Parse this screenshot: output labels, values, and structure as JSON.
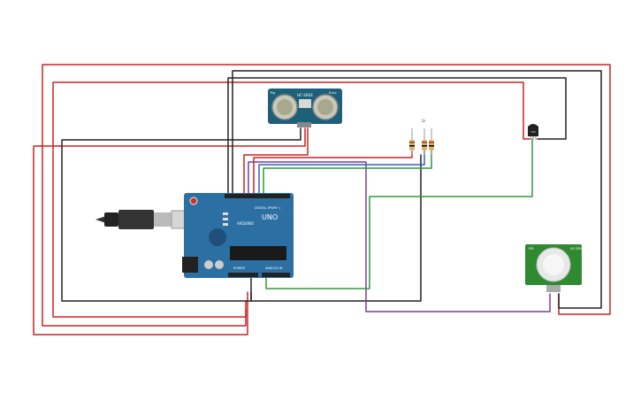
{
  "colors": {
    "background": "#ffffff",
    "board": "#2c6fa3",
    "board_dark": "#1f4f7a",
    "sensor_pcb": "#1e5f7a",
    "pir_pcb": "#2f8a32",
    "wire_red": "#cc2222",
    "wire_black": "#222222",
    "wire_green": "#2e9a3a",
    "wire_purple": "#7a3d9a",
    "wire_blue": "#3a5fb0"
  },
  "ultrasonic": {
    "brand": "HC-SR04",
    "left_tag": "Trig",
    "right_tag": "Echo"
  },
  "arduino": {
    "logo": "UNO",
    "brand": "ARDUINO",
    "digital_label": "DIGITAL (PWM~)",
    "power_label": "POWER",
    "analog_label": "ANALOG IN"
  },
  "temp_sensor": {
    "label": "TMP"
  },
  "resistors": {
    "label": "1k"
  },
  "pir": {
    "label_left": "PIR",
    "label_right": "HC-SR501"
  },
  "icons": {
    "usb": "usb-cable-icon",
    "reset": "reset-button-icon"
  }
}
